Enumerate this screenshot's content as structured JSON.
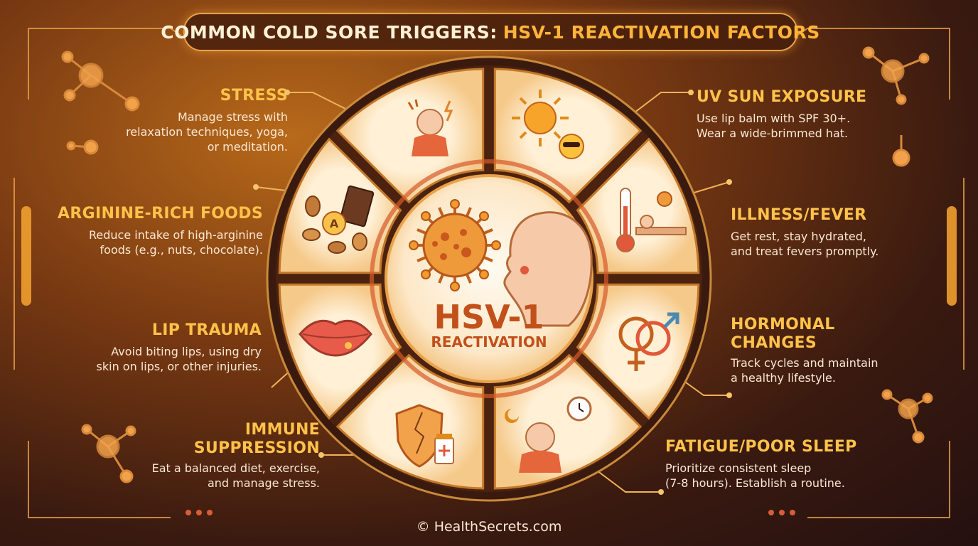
{
  "title": {
    "part1": "COMMON COLD SORE TRIGGERS:",
    "part2": "HSV-1 REACTIVATION FACTORS"
  },
  "center": {
    "title": "HSV-1",
    "subtitle": "REACTIVATION"
  },
  "triggers": [
    {
      "heading": "STRESS",
      "text": [
        "Manage stress with",
        "relaxation techniques, yoga,",
        "or meditation."
      ]
    },
    {
      "heading": "ARGININE-RICH FOODS",
      "text": [
        "Reduce intake of high-arginine",
        "foods (e.g., nuts, chocolate)."
      ]
    },
    {
      "heading": "LIP TRAUMA",
      "text": [
        "Avoid biting lips, using dry",
        "skin on lips, or other injuries."
      ]
    },
    {
      "heading_lines": [
        "IMMUNE",
        "SUPPRESSION"
      ],
      "text": [
        "Eat a balanced diet, exercise,",
        "and manage stress."
      ]
    },
    {
      "heading": "UV SUN EXPOSURE",
      "text": [
        "Use lip balm with SPF 30+.",
        "Wear a wide-brimmed hat."
      ]
    },
    {
      "heading": "ILLNESS/FEVER",
      "text": [
        "Get rest, stay hydrated,",
        "and treat fevers promptly."
      ]
    },
    {
      "heading_lines": [
        "HORMONAL",
        "CHANGES"
      ],
      "text": [
        "Track cycles and maintain",
        "a healthy lifestyle."
      ]
    },
    {
      "heading": "FATIGUE/POOR SLEEP",
      "text": [
        "Prioritize consistent sleep",
        "(7-8 hours). Establish a routine."
      ]
    }
  ],
  "segment_icons": [
    "stressed-person-icon",
    "sun-icon",
    "thermometer-sick-bed-icon",
    "gender-symbols-icon",
    "sleepy-person-clock-icon",
    "cracked-shield-medicine-icon",
    "lips-icon",
    "nuts-chocolate-icon"
  ],
  "footer": "© HealthSecrets.com",
  "colors": {
    "accent": "#ffb43a",
    "heading": "#ffc24a",
    "segment": "#fbd9a6",
    "center": "#fff3e0",
    "virus": "#e0822a"
  }
}
